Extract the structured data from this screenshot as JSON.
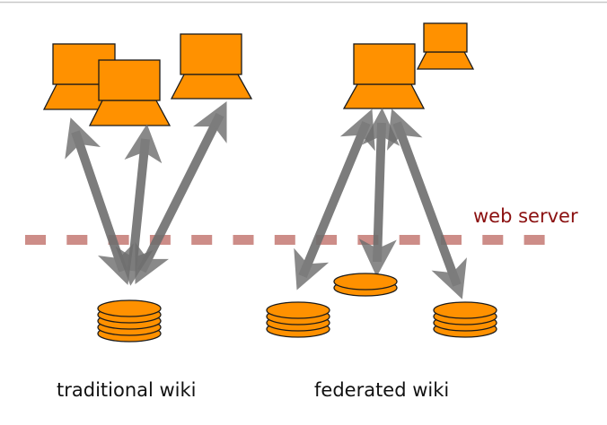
{
  "diagram": {
    "colors": {
      "device_fill": "#ff9100",
      "device_stroke": "#1a1a1a",
      "arrow": "#6e6e6e",
      "boundary": "#c0706a",
      "boundary_label": "#8b1010",
      "caption": "#111111",
      "top_rule": "#c8c8c8"
    },
    "boundary": {
      "label": "web server"
    },
    "groups": [
      {
        "id": "traditional",
        "caption": "traditional wiki",
        "clients": [
          {
            "name": "client-laptop-1"
          },
          {
            "name": "client-laptop-2"
          },
          {
            "name": "client-laptop-3"
          }
        ],
        "servers": [
          {
            "name": "shared-database",
            "discs": 5
          }
        ],
        "connections": [
          {
            "from": "client-laptop-1",
            "to": "shared-database",
            "bidirectional": true
          },
          {
            "from": "client-laptop-2",
            "to": "shared-database",
            "bidirectional": true
          },
          {
            "from": "client-laptop-3",
            "to": "shared-database",
            "bidirectional": true
          }
        ]
      },
      {
        "id": "federated",
        "caption": "federated wiki",
        "clients": [
          {
            "name": "client-laptop-main"
          },
          {
            "name": "client-laptop-small"
          }
        ],
        "servers": [
          {
            "name": "database-left",
            "discs": 4
          },
          {
            "name": "database-middle",
            "discs": 2
          },
          {
            "name": "database-right",
            "discs": 4
          }
        ],
        "connections": [
          {
            "from": "client-laptop-main",
            "to": "database-left",
            "bidirectional": true
          },
          {
            "from": "client-laptop-main",
            "to": "database-middle",
            "bidirectional": true
          },
          {
            "from": "client-laptop-main",
            "to": "database-right",
            "bidirectional": true
          }
        ]
      }
    ]
  }
}
